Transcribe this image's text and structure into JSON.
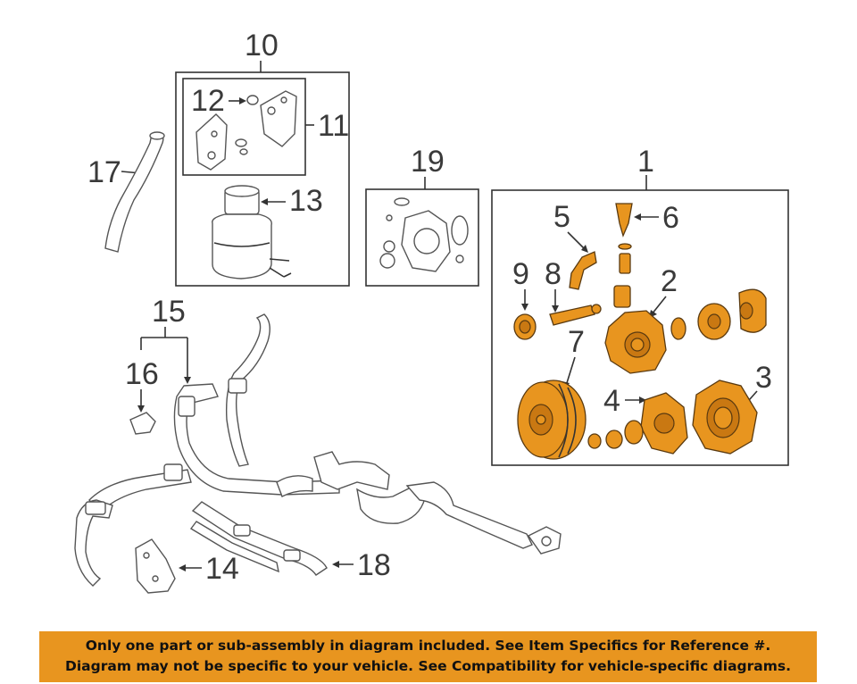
{
  "callouts": {
    "c1": "1",
    "c2": "2",
    "c3": "3",
    "c4": "4",
    "c5": "5",
    "c6": "6",
    "c7": "7",
    "c8": "8",
    "c9": "9",
    "c10": "10",
    "c11": "11",
    "c12": "12",
    "c13": "13",
    "c14": "14",
    "c15": "15",
    "c16": "16",
    "c17": "17",
    "c18": "18",
    "c19": "19"
  },
  "banner": {
    "line1": "Only one part or sub-assembly in diagram included. See Item Specifics for Reference #.",
    "line2": "Diagram may not be specific to your vehicle. See Compatibility for vehicle-specific diagrams."
  },
  "colors": {
    "highlight": "#e8951f",
    "highlight_dark": "#c97812",
    "outline": "#333333"
  }
}
